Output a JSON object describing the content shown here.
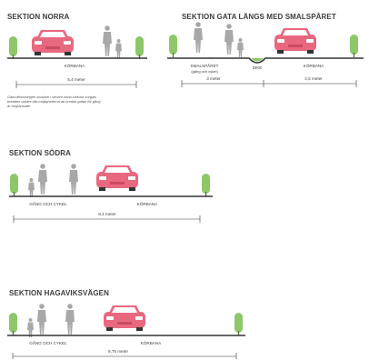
{
  "sections": {
    "norra": {
      "title": "SEKTION NORRA",
      "road_label": "KÖRBANA",
      "width_label": "5,4 meter",
      "note_line1": "Gatuutformningen smalare i senare korta sträcka sorgats",
      "note_line2": "bredden valdes där möjligheterna att bredda gatan för gång",
      "note_line3": "är begränsade"
    },
    "gata_smalsparet": {
      "title": "SEKTION GATA LÄNGS MED SMALSPÅRET",
      "path_label": "SMALSPÅRET",
      "path_sublabel": "(gång och cykel)",
      "dike_label": "DIKE",
      "road_label": "KÖRBANA",
      "width_path": "3 meter",
      "width_road": "4,5 meter"
    },
    "sodra": {
      "title": "SEKTION SÖDRA",
      "path_label": "GÅNG OCH CYKEL",
      "road_label": "KÖRBANA",
      "width_label": "8,4 meter"
    },
    "hagaviksvagen": {
      "title": "SEKTION HAGAVIKSVÄGEN",
      "path_label": "GÅNG OCH CYKEL",
      "road_label": "KÖRBANA",
      "width_label": "9,75 meter"
    }
  },
  "colors": {
    "car": "#e8687f",
    "tree": "#8cc86a",
    "person": "#a8a8a8",
    "line": "#333333"
  }
}
